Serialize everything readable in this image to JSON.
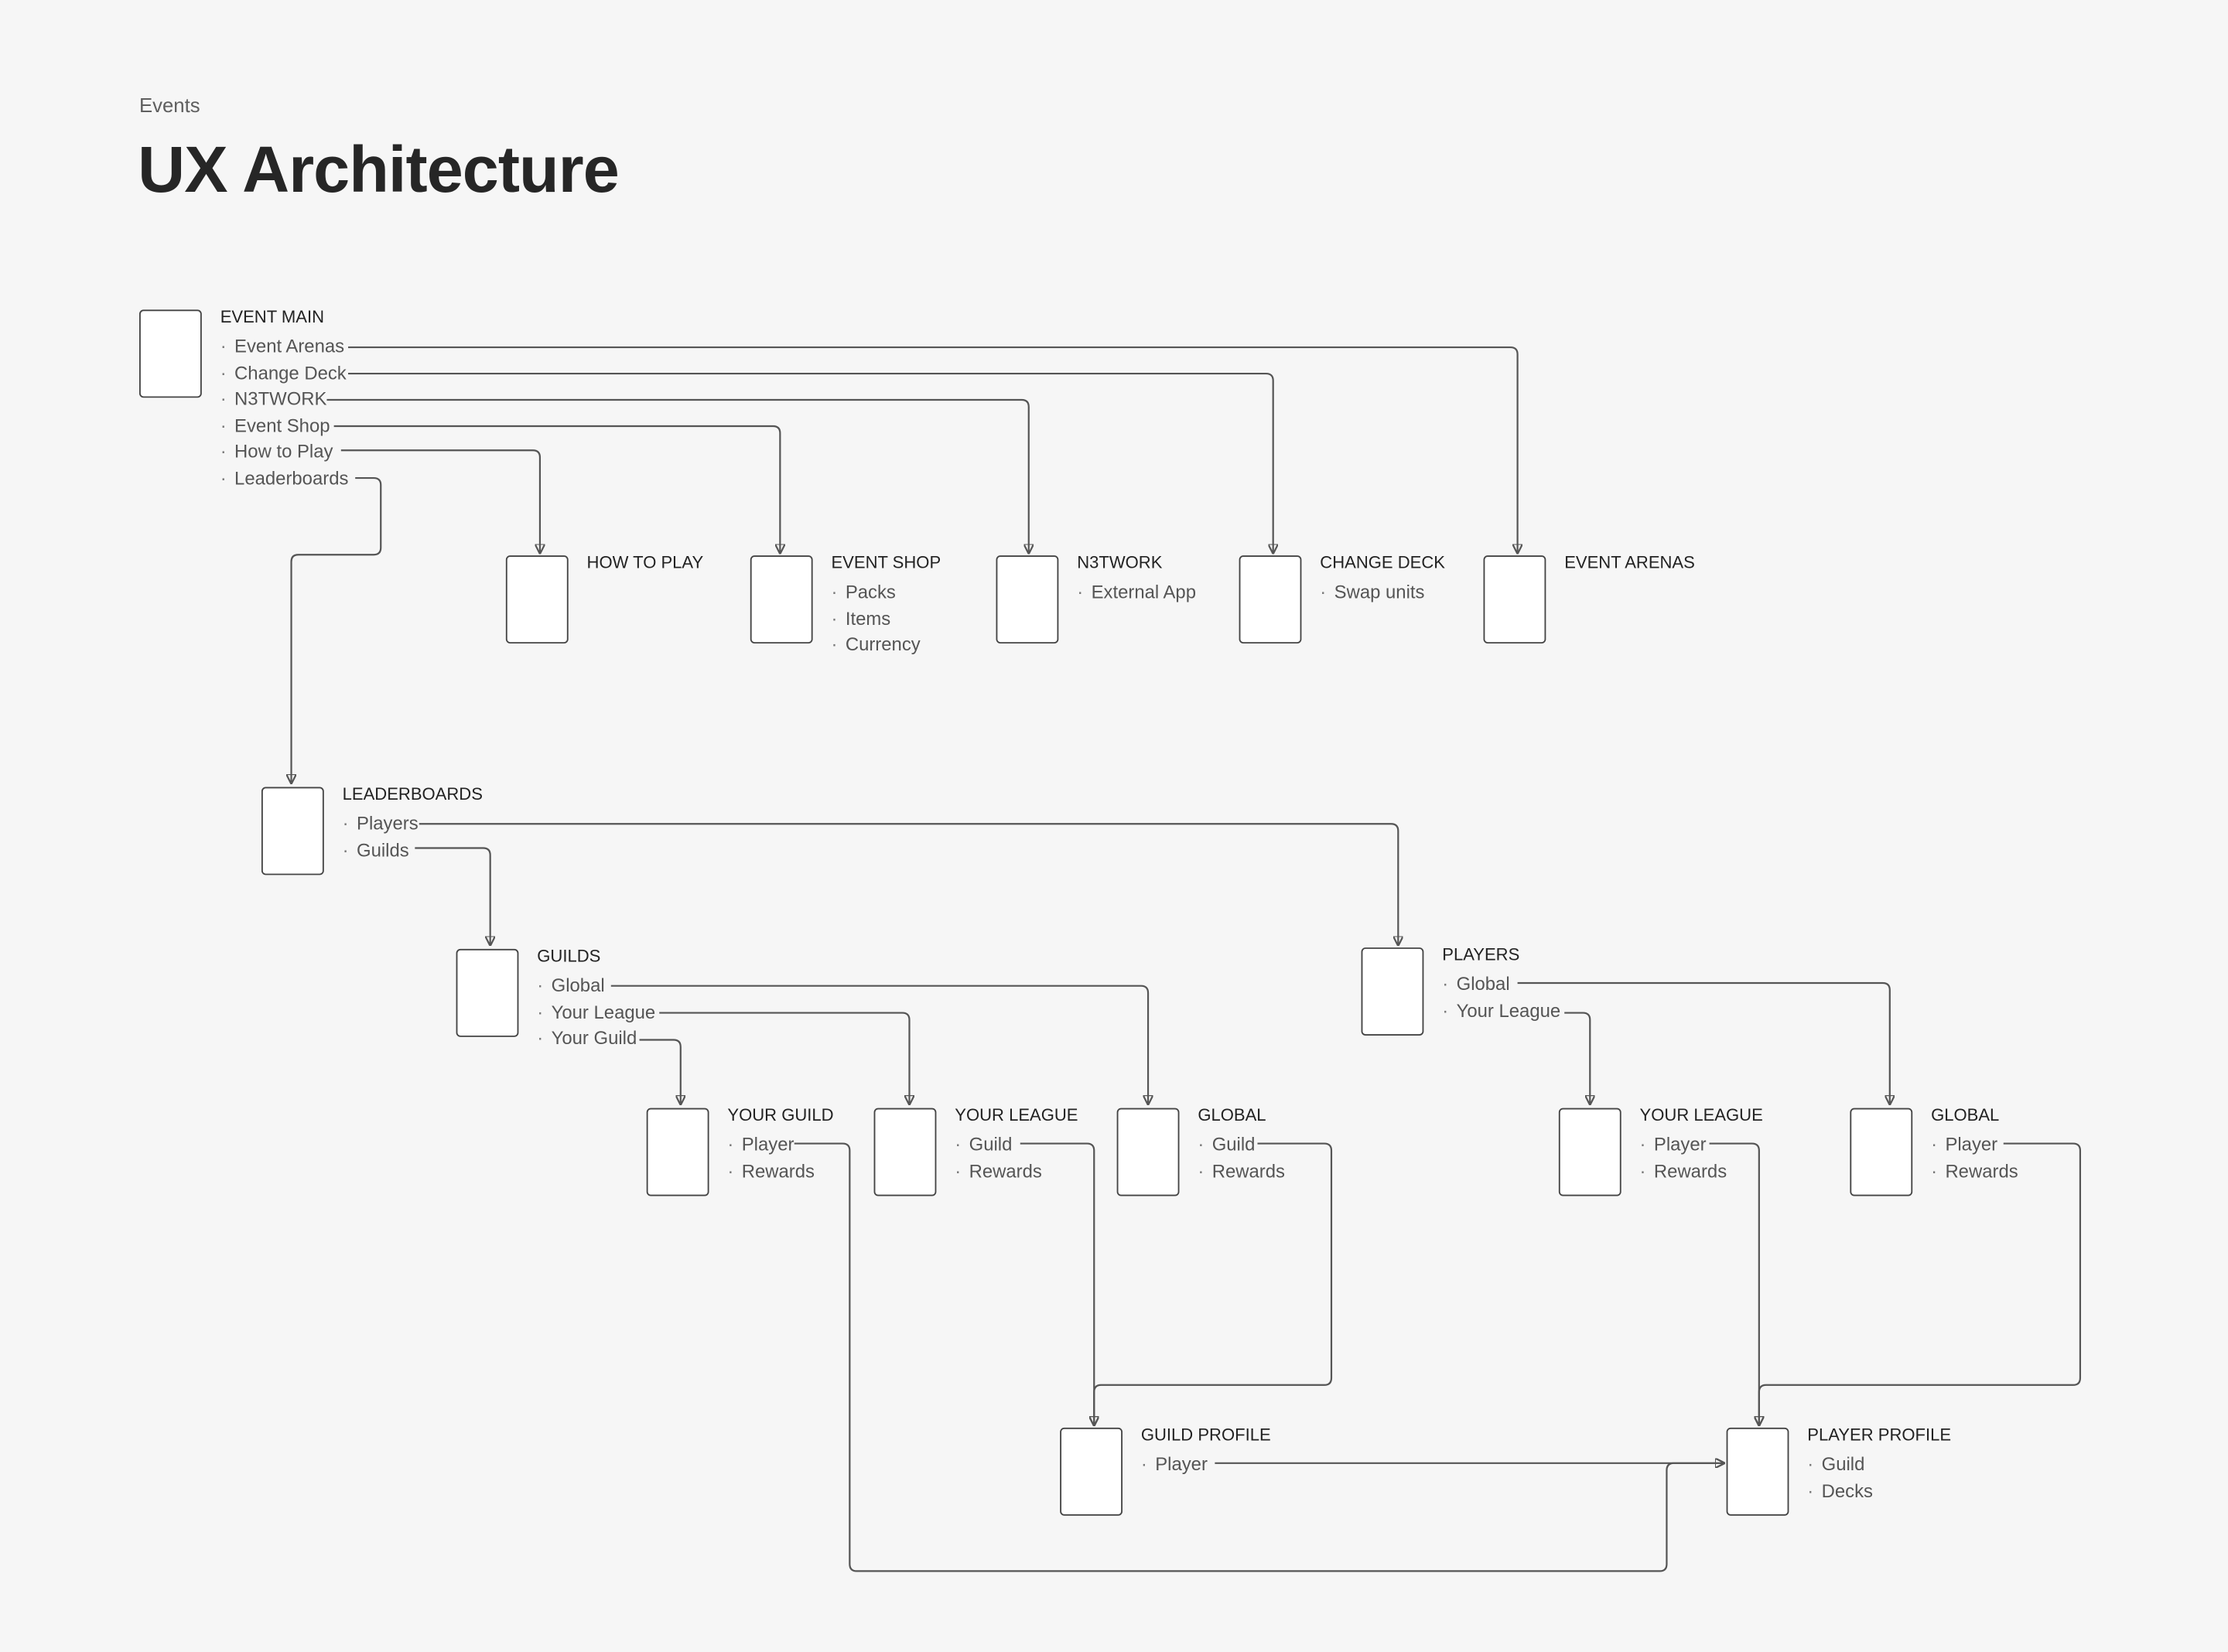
{
  "header": {
    "section": "Events",
    "title": "UX Architecture"
  },
  "nodes": {
    "event_main": {
      "title": "EVENT MAIN",
      "items": [
        "Event Arenas",
        "Change Deck",
        "N3TWORK",
        "Event Shop",
        "How to Play",
        "Leaderboards"
      ]
    },
    "how_to_play": {
      "title": "HOW TO PLAY",
      "items": []
    },
    "event_shop": {
      "title": "EVENT SHOP",
      "items": [
        "Packs",
        "Items",
        "Currency"
      ]
    },
    "n3twork": {
      "title": "N3TWORK",
      "items": [
        "External App"
      ]
    },
    "change_deck": {
      "title": "CHANGE DECK",
      "items": [
        "Swap units"
      ]
    },
    "event_arenas": {
      "title": "EVENT ARENAS",
      "items": []
    },
    "leaderboards": {
      "title": "LEADERBOARDS",
      "items": [
        "Players",
        "Guilds"
      ]
    },
    "guilds": {
      "title": "GUILDS",
      "items": [
        "Global",
        "Your League",
        "Your Guild"
      ]
    },
    "players": {
      "title": "PLAYERS",
      "items": [
        "Global",
        "Your League"
      ]
    },
    "your_guild": {
      "title": "YOUR GUILD",
      "items": [
        "Player",
        "Rewards"
      ]
    },
    "guilds_your_league": {
      "title": "YOUR LEAGUE",
      "items": [
        "Guild",
        "Rewards"
      ]
    },
    "guilds_global": {
      "title": "GLOBAL",
      "items": [
        "Guild",
        "Rewards"
      ]
    },
    "players_your_league": {
      "title": "YOUR LEAGUE",
      "items": [
        "Player",
        "Rewards"
      ]
    },
    "players_global": {
      "title": "GLOBAL",
      "items": [
        "Player",
        "Rewards"
      ]
    },
    "guild_profile": {
      "title": "GUILD PROFILE",
      "items": [
        "Player"
      ]
    },
    "player_profile": {
      "title": "PLAYER PROFILE",
      "items": [
        "Guild",
        "Decks"
      ]
    }
  },
  "links": [
    {
      "from": "event_main",
      "item": "Event Arenas",
      "to": "event_arenas"
    },
    {
      "from": "event_main",
      "item": "Change Deck",
      "to": "change_deck"
    },
    {
      "from": "event_main",
      "item": "N3TWORK",
      "to": "n3twork"
    },
    {
      "from": "event_main",
      "item": "Event Shop",
      "to": "event_shop"
    },
    {
      "from": "event_main",
      "item": "How to Play",
      "to": "how_to_play"
    },
    {
      "from": "event_main",
      "item": "Leaderboards",
      "to": "leaderboards"
    },
    {
      "from": "leaderboards",
      "item": "Players",
      "to": "players"
    },
    {
      "from": "leaderboards",
      "item": "Guilds",
      "to": "guilds"
    },
    {
      "from": "guilds",
      "item": "Global",
      "to": "guilds_global"
    },
    {
      "from": "guilds",
      "item": "Your League",
      "to": "guilds_your_league"
    },
    {
      "from": "guilds",
      "item": "Your Guild",
      "to": "your_guild"
    },
    {
      "from": "players",
      "item": "Global",
      "to": "players_global"
    },
    {
      "from": "players",
      "item": "Your League",
      "to": "players_your_league"
    },
    {
      "from": "your_guild",
      "item": "Player",
      "to": "player_profile"
    },
    {
      "from": "guilds_your_league",
      "item": "Guild",
      "to": "guild_profile"
    },
    {
      "from": "guilds_global",
      "item": "Guild",
      "to": "guild_profile"
    },
    {
      "from": "players_your_league",
      "item": "Player",
      "to": "player_profile"
    },
    {
      "from": "players_global",
      "item": "Player",
      "to": "player_profile"
    },
    {
      "from": "guild_profile",
      "item": "Player",
      "to": "player_profile"
    }
  ]
}
